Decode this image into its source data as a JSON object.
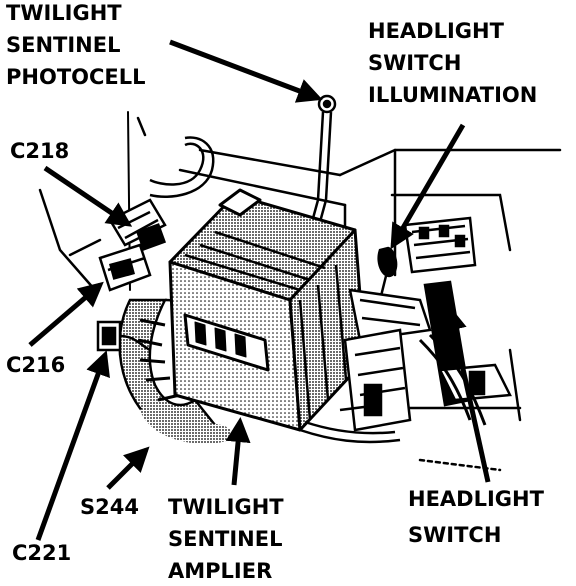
{
  "labels": {
    "photocell": [
      "TWILIGHT",
      "SENTINEL",
      "PHOTOCELL"
    ],
    "headlight_switch_illumination": [
      "HEADLIGHT",
      "SWITCH",
      "ILLUMINATION"
    ],
    "c218": "C218",
    "c216": "C216",
    "c221": "C221",
    "s244": "S244",
    "amplifier": [
      "TWILIGHT",
      "SENTINEL",
      "AMPLIER"
    ],
    "headlight_switch": [
      "HEADLIGHT",
      "SWITCH"
    ]
  },
  "colors": {
    "ink": "#000000",
    "paper": "#ffffff",
    "shade": "#9a9a9a"
  }
}
